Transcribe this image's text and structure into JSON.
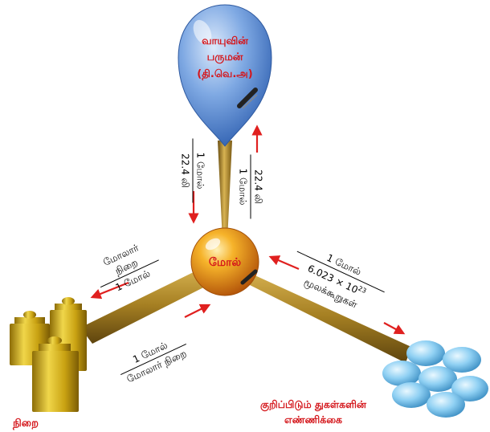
{
  "center": {
    "label": "மோல்"
  },
  "gas_volume": {
    "title_lines": [
      "வாயுவின்",
      "பருமன்",
      "(தி.வெ.அ)"
    ]
  },
  "mass": {
    "label": "நிறை"
  },
  "particles": {
    "label_lines": [
      "குறிப்பிடும் துகள்களின்",
      "எண்ணிக்கை"
    ]
  },
  "conversions": {
    "mole_to_volume": {
      "num": "1 மோல்",
      "den": "22.4 லி"
    },
    "volume_to_mole": {
      "num": "22.4 லி",
      "den": "1 மோல்"
    },
    "mole_to_mass": {
      "num": "மோலார் நிறை",
      "den": "1 மோல்"
    },
    "mass_to_mole": {
      "num": "1 மோல்",
      "den": "மோலார் நிறை"
    },
    "mole_to_particles": {
      "num": "1 மோல்",
      "den_value": "6.023 × 10",
      "den_exponent": "23",
      "den_unit": "மூலக்கூறுகள்"
    }
  },
  "colors": {
    "arrow": "#e0201f",
    "label_red": "#d4161b",
    "rod": "#b08a2a",
    "gold": "#d7b21c",
    "balloon": "#6f9fdd",
    "sphere": "#f09a1a"
  },
  "icons": [
    "balloon-icon",
    "mole-sphere-icon",
    "weights-icon",
    "molecules-icon"
  ]
}
